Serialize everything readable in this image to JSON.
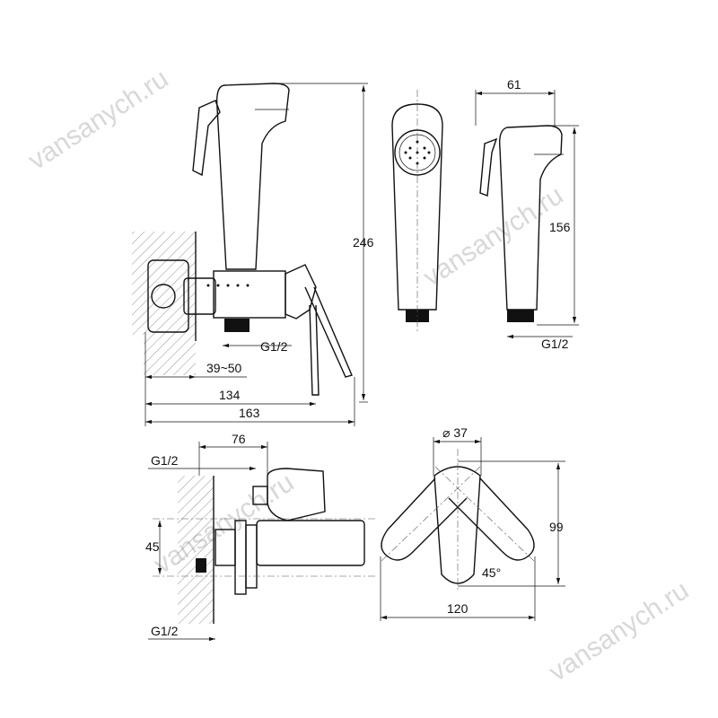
{
  "watermark": "vansanych.ru",
  "dimensions": {
    "shower_width": "61",
    "total_height": "246",
    "shower_height": "156",
    "thread_side": "G1/2",
    "thread_shower": "G1/2",
    "wall_depth": "39~50",
    "depth_134": "134",
    "depth_163": "163",
    "bottom_76": "76",
    "bottom_thread_top": "G1/2",
    "bottom_45": "45",
    "bottom_thread_bottom": "G1/2",
    "handle_diameter": "⌀ 37",
    "handle_height": "99",
    "handle_angle": "45°",
    "handle_width": "120"
  }
}
